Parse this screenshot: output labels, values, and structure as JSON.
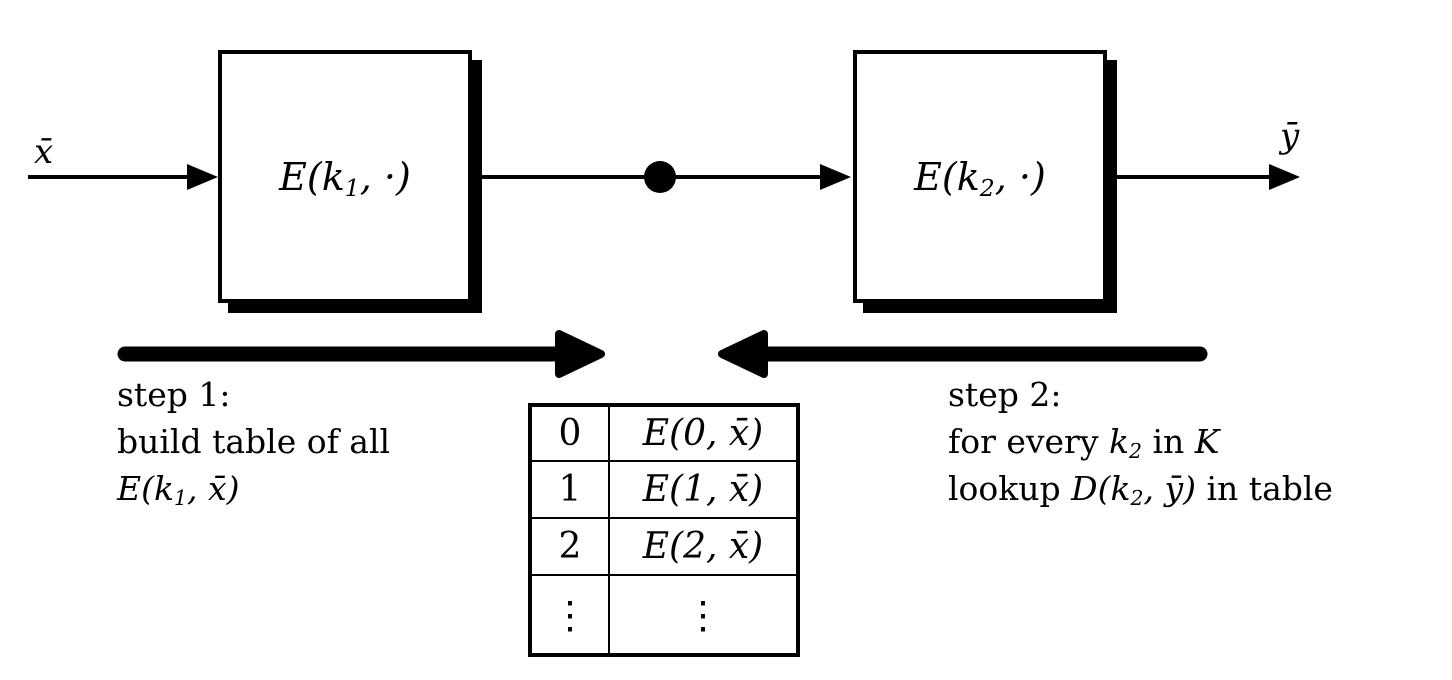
{
  "colors": {
    "ink": "#000000",
    "bg": "#ffffff"
  },
  "io": {
    "input_label": "x̄",
    "output_label": "ȳ"
  },
  "boxes": {
    "box1": {
      "pre": "E(k",
      "sub": "1",
      "post": ", ·)"
    },
    "box2": {
      "pre": "E(k",
      "sub": "2",
      "post": ", ·)"
    }
  },
  "step1": {
    "line1": "step 1:",
    "line2": "build table of all",
    "math": {
      "pre": "E(k",
      "sub": "1",
      "post": ", x̄)"
    }
  },
  "step2": {
    "line1": "step 2:",
    "line2": {
      "t1": "for every ",
      "kpre": "k",
      "ksub": "2",
      "t2": " in ",
      "kcal": "K"
    },
    "line3": {
      "t1": "lookup ",
      "mpre": "D(k",
      "msub": "2",
      "mpost": ", ȳ)",
      "t2": " in table"
    }
  },
  "table": {
    "rows": [
      {
        "key": "0",
        "value": "E(0, x̄)"
      },
      {
        "key": "1",
        "value": "E(1, x̄)"
      },
      {
        "key": "2",
        "value": "E(2, x̄)"
      },
      {
        "key": "⋮",
        "value": "⋮"
      }
    ]
  }
}
